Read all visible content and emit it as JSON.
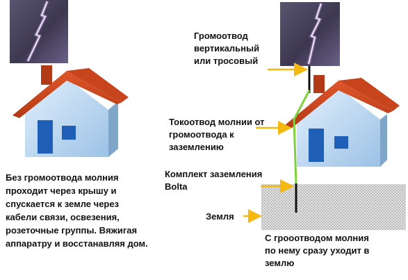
{
  "left_description": "Без громоотвода молния\nпроходит через крышу и\nспускается к земле через\nкабели связи, освезения,\nрозеточные группы. Вяжигая\nаппаратру и восстанавляя дом.",
  "labels": {
    "lightning_rod": "Громоотвод\nвертикальный\nили тросовый",
    "down_conductor": "Токоотвод молнии от\nгромоотвода к\nзаземлению",
    "grounding_kit": "Комплект заземления\nBolta",
    "ground": "Земля"
  },
  "right_description": "С грооотводом молния\nпо нему сразу уходит в\nземлю",
  "colors": {
    "storm_sky": "#4a4560",
    "roof": "#c8441c",
    "wall": "#bcd8f2",
    "door_window": "#1f5fb8",
    "arrow": "#f5b80f",
    "conductor": "#7fd13b",
    "rod": "#111111"
  }
}
